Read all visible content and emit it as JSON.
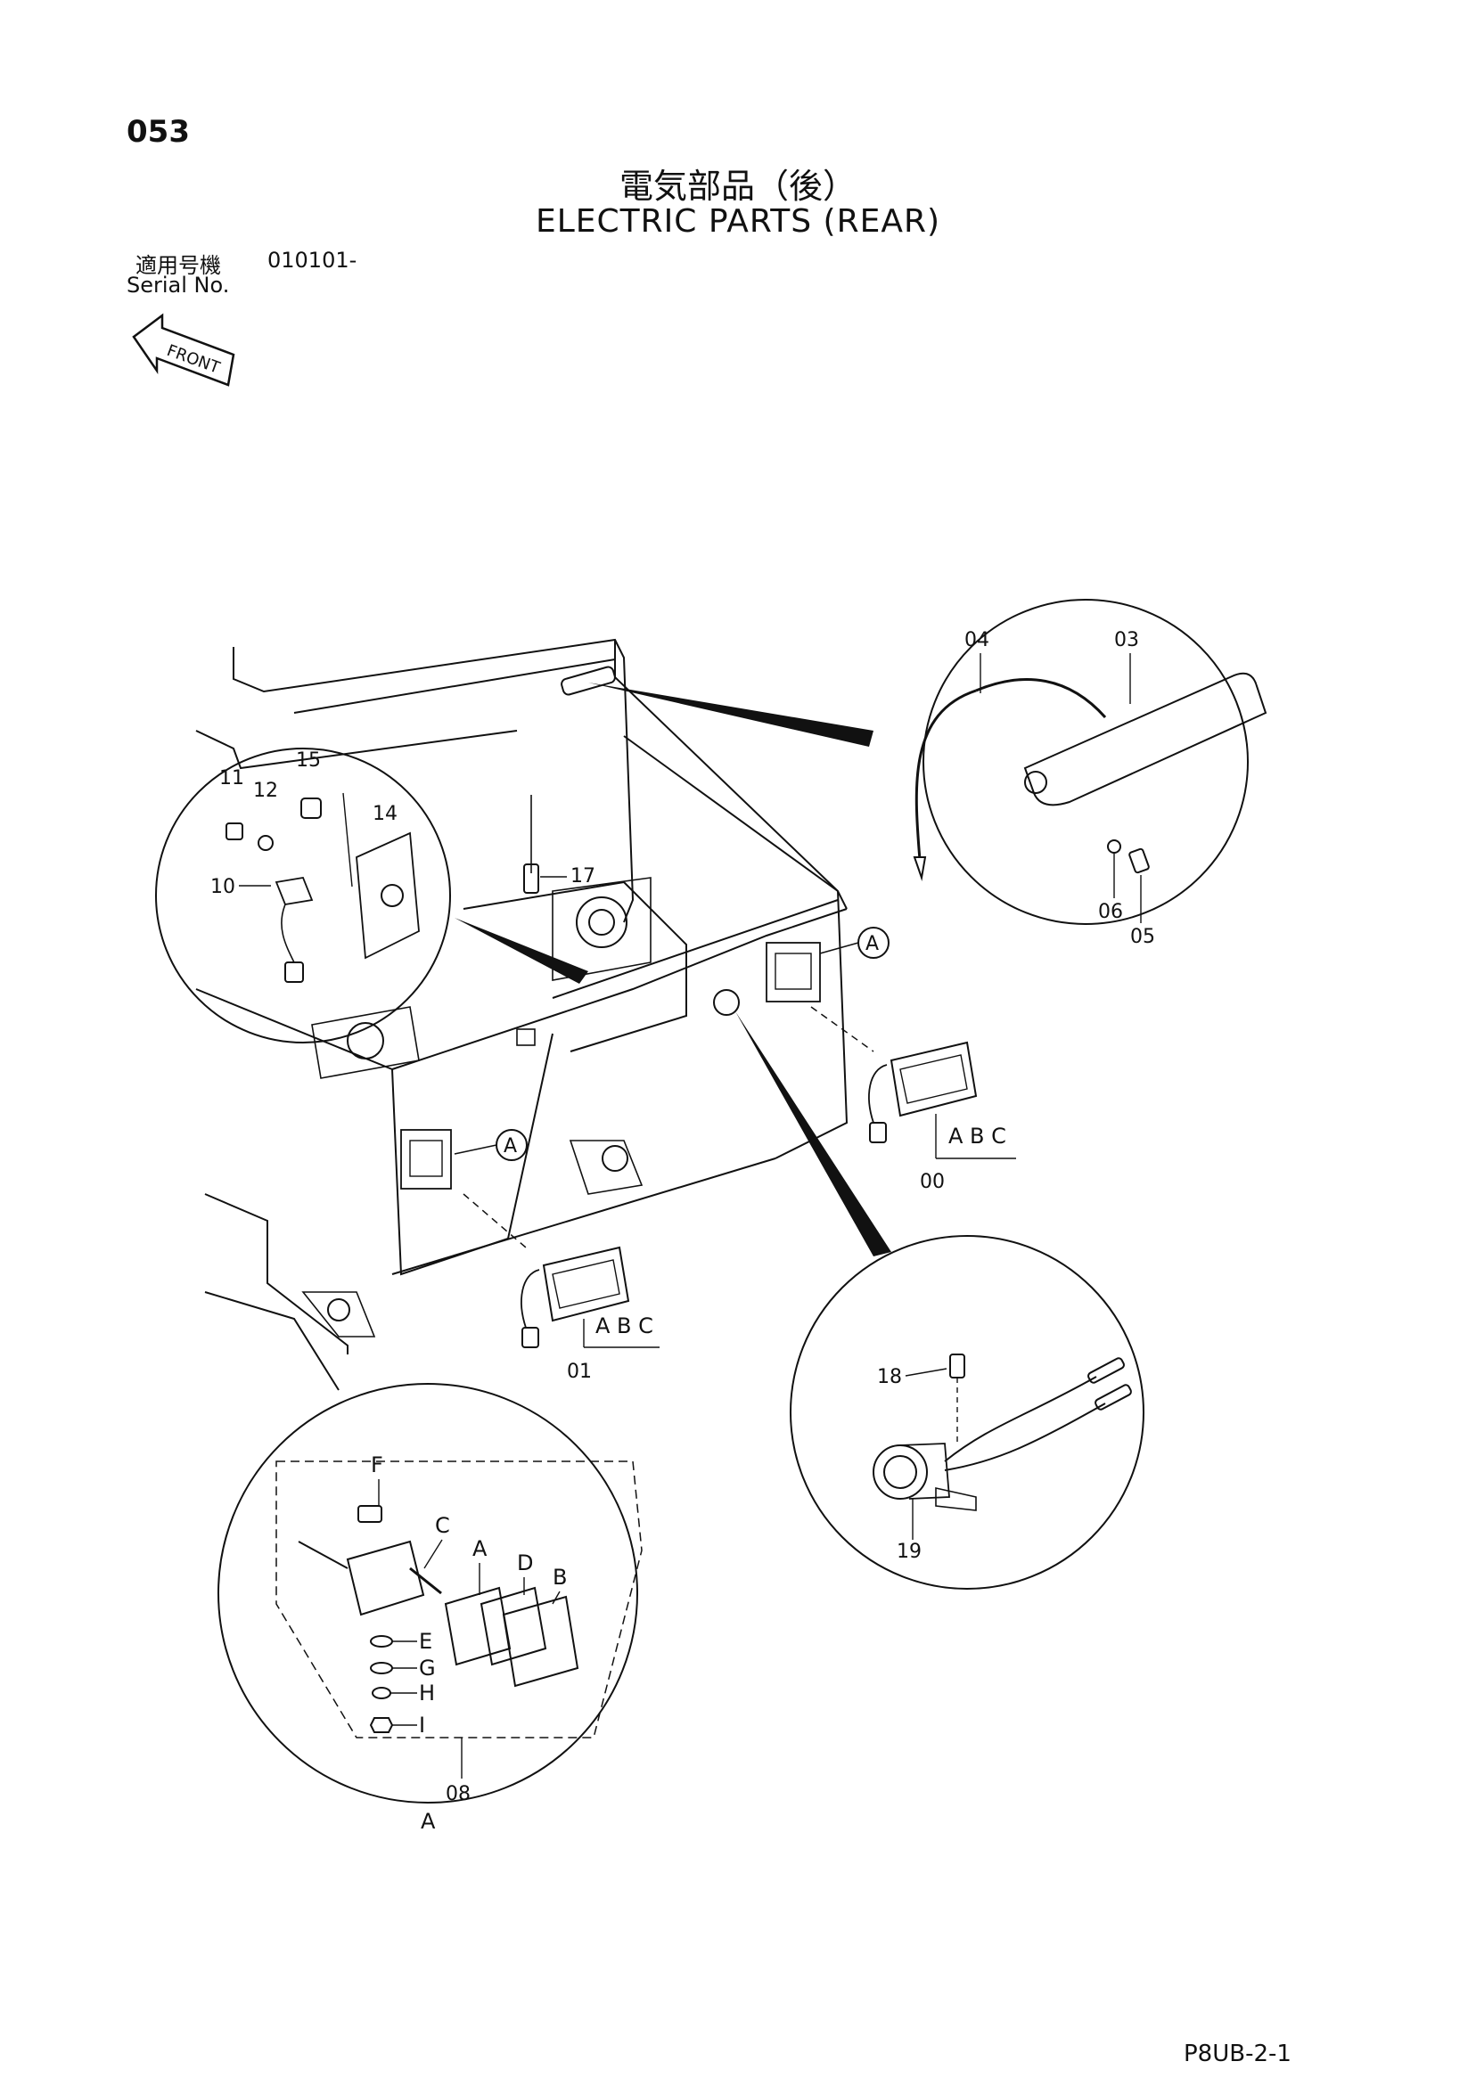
{
  "page_number": "053",
  "title_jp": "電気部品（後）",
  "title_en": "ELECTRIC PARTS (REAR)",
  "serial": {
    "label_jp": "適用号機",
    "label_en": "Serial No.",
    "value": "010101-"
  },
  "front_label": "FRONT",
  "callouts": {
    "n00": "00",
    "n01": "01",
    "n03": "03",
    "n04": "04",
    "n05": "05",
    "n06": "06",
    "n08": "08",
    "n10": "10",
    "n11": "11",
    "n12": "12",
    "n14": "14",
    "n15": "15",
    "n17": "17",
    "n18": "18",
    "n19": "19"
  },
  "sub_parts": {
    "A": "A",
    "B": "B",
    "C": "C",
    "D": "D",
    "E": "E",
    "F": "F",
    "G": "G",
    "H": "H",
    "I": "I"
  },
  "abc": "A B C",
  "view_ref": "A",
  "drawing_code": "P8UB-2-1"
}
